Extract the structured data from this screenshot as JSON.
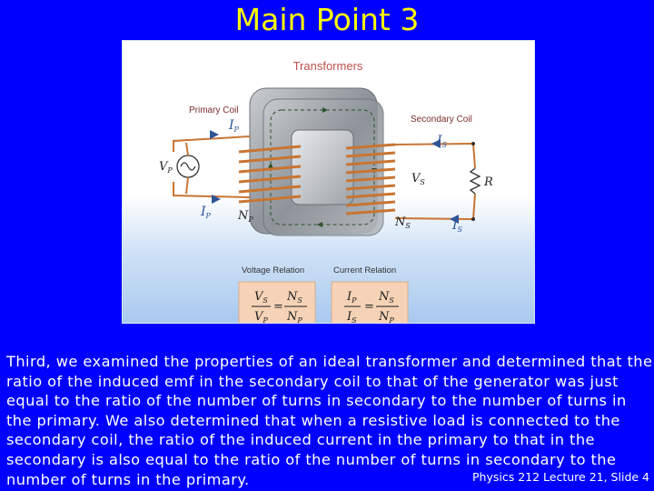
{
  "slide": {
    "title": "Main Point 3",
    "body": "Third, we examined the properties of an ideal transformer and determined that the ratio of the induced emf in the secondary coil to that of the generator was just equal to the ratio of the number of turns in secondary to the number of turns in the primary. We also determined that when a resistive load is connected to the secondary coil, the ratio of the induced current in the primary to that in the secondary is also equal to the ratio of the number of turns in secondary to the number of turns in the primary.",
    "footer": "Physics 212 Lecture 21, Slide 4"
  },
  "figure": {
    "title": "Transformers",
    "primary_coil_label": "Primary Coil",
    "secondary_coil_label": "Secondary Coil",
    "labels": {
      "ip_top": "I",
      "ip_top_sub": "P",
      "ip_bottom": "I",
      "ip_bottom_sub": "P",
      "vp": "V",
      "vp_sub": "P",
      "np": "N",
      "np_sub": "P",
      "is_top": "I",
      "is_top_sub": "S",
      "is_bottom": "I",
      "is_bottom_sub": "S",
      "vs": "V",
      "vs_sub": "S",
      "ns": "N",
      "ns_sub": "S",
      "r": "R"
    },
    "voltage_relation_label": "Voltage Relation",
    "current_relation_label": "Current Relation",
    "voltage_eq": {
      "lhs_num": "V",
      "lhs_num_sub": "S",
      "lhs_den": "V",
      "lhs_den_sub": "P",
      "equals": "=",
      "rhs_num": "N",
      "rhs_num_sub": "S",
      "rhs_den": "N",
      "rhs_den_sub": "P"
    },
    "current_eq": {
      "lhs_num": "I",
      "lhs_num_sub": "P",
      "lhs_den": "I",
      "lhs_den_sub": "S",
      "equals": "=",
      "rhs_num": "N",
      "rhs_num_sub": "S",
      "rhs_den": "N",
      "rhs_den_sub": "P"
    }
  },
  "colors": {
    "background": "#0000ff",
    "title": "#ffff00",
    "body_text": "#ffffff",
    "figure_title": "#c0504d",
    "core": "#9aa0a6",
    "wire": "#c87533",
    "formula_box": "#f6d3b6"
  }
}
